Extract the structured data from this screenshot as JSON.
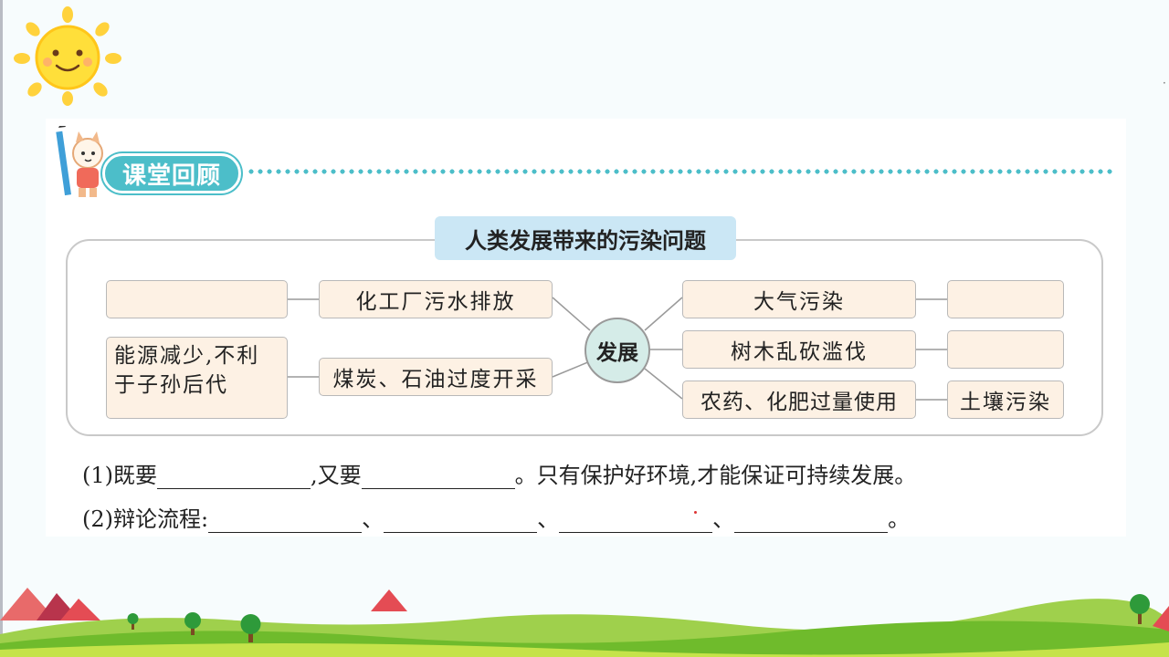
{
  "section": {
    "title": "课堂回顾"
  },
  "diagram": {
    "title": "人类发展带来的污染问题",
    "center": "发展",
    "left_rows": [
      {
        "cause": "化工厂污水排放",
        "effect": ""
      },
      {
        "cause": "煤炭、石油过度开采",
        "effect_line1": "能源减少,不利",
        "effect_line2": "于子孙后代"
      }
    ],
    "right_rows": [
      {
        "cause": "大气污染",
        "effect": ""
      },
      {
        "cause": "树木乱砍滥伐",
        "effect": ""
      },
      {
        "cause": "农药、化肥过量使用",
        "effect": "土壤污染"
      }
    ]
  },
  "questions": {
    "q1": {
      "prefix": "(1)既要",
      "mid": ",又要",
      "suffix": "。只有保护好环境,才能保证可持续发展。"
    },
    "q2": {
      "prefix": "(2)辩论流程:",
      "sep": "、",
      "end": "。"
    }
  },
  "colors": {
    "badge": "#4cbec9",
    "title_bg": "#cbe7f5",
    "node_bg": "#fdf1e4",
    "center_bg": "#d5ece8"
  }
}
